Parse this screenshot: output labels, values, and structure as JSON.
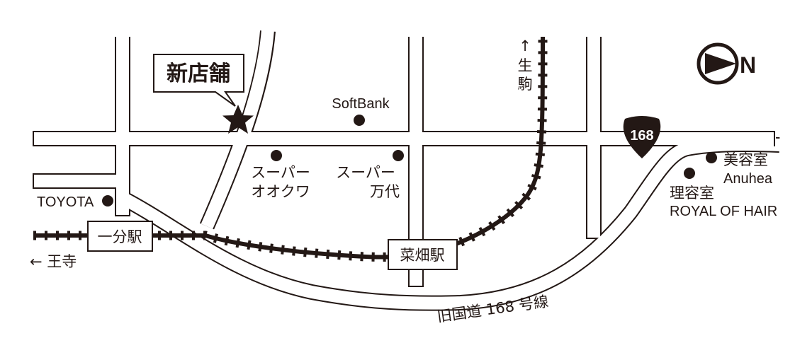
{
  "labels": {
    "new_store": "新店舗",
    "softbank": "SoftBank",
    "super_ookuwa_line1": "スーパー",
    "super_ookuwa_line2": "オオクワ",
    "super_mandai_line1": "スーパー",
    "super_mandai_line2": "万代",
    "toyota": "TOYOTA",
    "ichibu_station": "一分駅",
    "nabata_station": "菜畑駅",
    "to_ouji": "← 王寺",
    "to_ikoma_arrow": "↑",
    "to_ikoma_1": "生",
    "to_ikoma_2": "駒",
    "route_number": "168",
    "old_route": "旧国道 168 号線",
    "beauty_salon_line1": "美容室",
    "beauty_salon_line2": "Anuhea",
    "barber_line1": "理容室",
    "barber_line2": "ROYAL OF HAIR",
    "north": "N"
  },
  "icons": [
    "star-icon",
    "location-dot-icon",
    "north-arrow-icon",
    "route-shield-icon"
  ],
  "colors": {
    "ink": "#231815",
    "background": "#ffffff"
  }
}
